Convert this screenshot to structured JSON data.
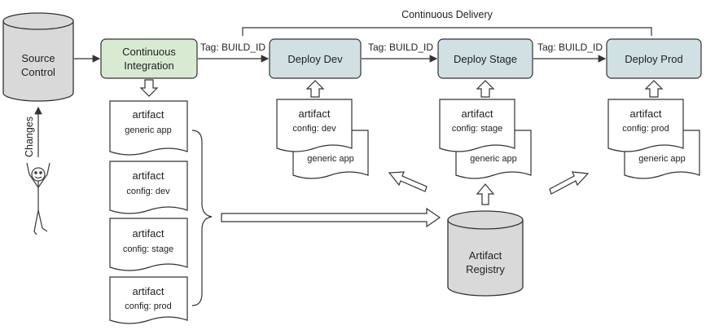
{
  "continuous_delivery_label": "Continuous Delivery",
  "source_control": {
    "line1": "Source",
    "line2": "Control"
  },
  "changes_label": "Changes",
  "ci": {
    "line1": "Continuous",
    "line2": "Integration"
  },
  "tags": [
    "Tag: BUILD_ID",
    "Tag: BUILD_ID",
    "Tag: BUILD_ID"
  ],
  "deploy": {
    "dev": "Deploy Dev",
    "stage": "Deploy Stage",
    "prod": "Deploy Prod"
  },
  "ci_artifacts": [
    {
      "title": "artifact",
      "sub": "generic app"
    },
    {
      "title": "artifact",
      "sub": "config: dev"
    },
    {
      "title": "artifact",
      "sub": "config: stage"
    },
    {
      "title": "artifact",
      "sub": "config: prod"
    }
  ],
  "env_artifacts": [
    {
      "title": "artifact",
      "sub": "config: dev",
      "app": "generic app"
    },
    {
      "title": "artifact",
      "sub": "config: stage",
      "app": "generic app"
    },
    {
      "title": "artifact",
      "sub": "config: prod",
      "app": "generic app"
    }
  ],
  "registry": {
    "line1": "Artifact",
    "line2": "Registry"
  },
  "colors": {
    "ci_fill": "#d9ead3",
    "deploy_fill": "#d0e0e3",
    "cylinder_fill": "#d9d9d9",
    "stroke": "#333333"
  }
}
